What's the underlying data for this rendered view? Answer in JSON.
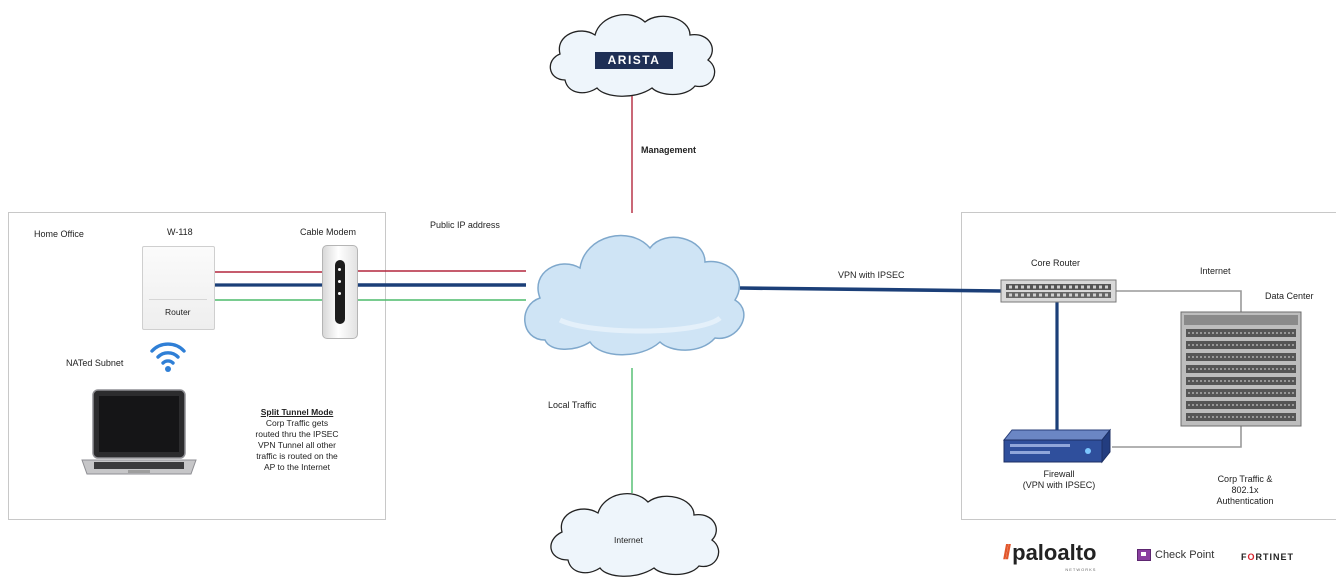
{
  "home_office": {
    "title": "Home Office",
    "ap_model": "W-118",
    "router_label": "Router",
    "modem_label": "Cable Modem",
    "subnet_label": "NATed Subnet",
    "split_tunnel": {
      "heading": "Split Tunnel Mode",
      "lines": [
        "Corp Traffic gets",
        "routed thru the IPSEC",
        "VPN Tunnel all other",
        "traffic is routed on the",
        "AP to the Internet"
      ]
    }
  },
  "cloud": {
    "public_ip_label": "Public IP address",
    "management_label": "Management",
    "local_traffic_label": "Local Traffic",
    "vpn_label": "VPN with IPSEC",
    "arista_logo": "ARISTA",
    "internet_cloud_label": "Internet"
  },
  "data_center": {
    "core_router_label": "Core Router",
    "internet_label": "Internet",
    "dc_label": "Data Center",
    "firewall_label_1": "Firewall",
    "firewall_label_2": "(VPN with IPSEC)",
    "corp_traffic_1": "Corp Traffic &",
    "corp_traffic_2": "802.1x",
    "corp_traffic_3": "Authentication"
  },
  "vendor_logos": {
    "paloalto": "paloalto",
    "paloalto_sub": "NETWORKS",
    "checkpoint": "Check Point",
    "fortinet_a": "F",
    "fortinet_b": "RTINET",
    "fortinet_o": "O"
  },
  "colors": {
    "red_link": "#b3273d",
    "blue_link": "#1b3f78",
    "green_link": "#4dbb6b",
    "cloud_fill": "#cfe4f5",
    "cloud_stroke": "#7fa8cc"
  },
  "icons": [
    "wifi-icon",
    "laptop-icon",
    "access-point-icon",
    "cable-modem-icon",
    "core-router-icon",
    "firewall-icon",
    "chassis-switch-icon",
    "cloud-icon"
  ]
}
